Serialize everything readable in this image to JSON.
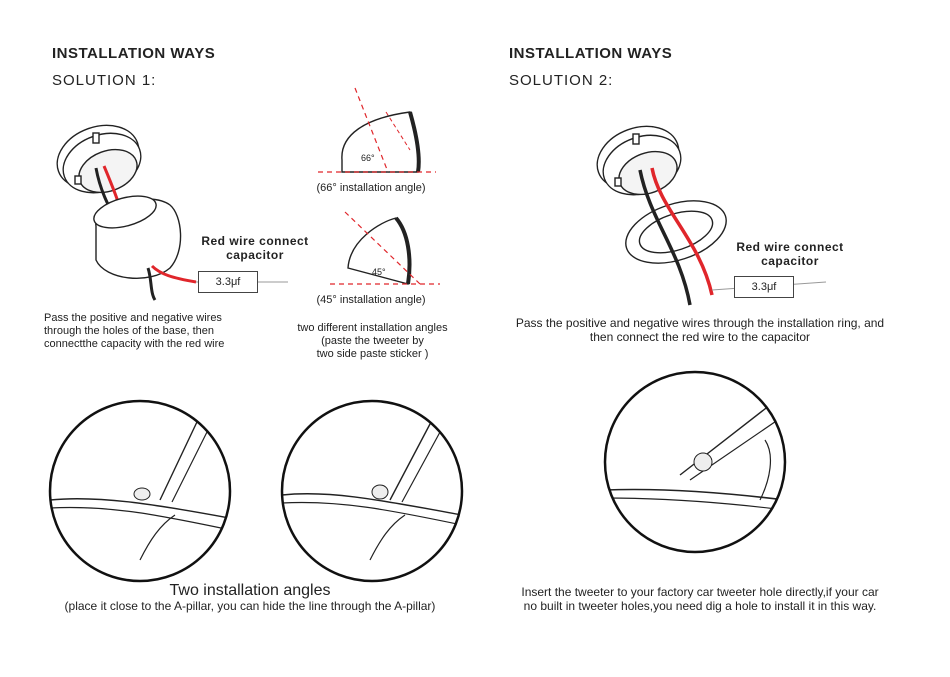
{
  "left": {
    "heading": "INSTALLATION WAYS",
    "subheading": "SOLUTION 1:",
    "capacitor_title": "Red wire connect capacitor",
    "capacitor_value": "3.3μf",
    "instruction": [
      "Pass the positive and negative wires",
      "through the holes of the base, then",
      "connectthe capacity with the red wire"
    ],
    "angle1_label": "66°",
    "angle1_caption": "(66° installation angle)",
    "angle2_label": "45°",
    "angle2_caption": "(45° installation angle)",
    "angles_note": [
      "two different installation angles",
      "(paste the tweeter by",
      "two side  paste sticker )"
    ],
    "bottom_title": "Two installation angles",
    "bottom_note": "(place it close to the A-pillar, you can hide the line through the A-pillar)"
  },
  "right": {
    "heading": "INSTALLATION WAYS",
    "subheading": "SOLUTION 2:",
    "capacitor_title": "Red wire connect capacitor",
    "capacitor_value": "3.3μf",
    "instruction": [
      "Pass the positive and negative wires through the installation ring, and",
      "then connect the red wire to the capacitor"
    ],
    "bottom_note": [
      "Insert the tweeter to your factory car tweeter hole directly,if your car",
      "no built in tweeter holes,you need dig a hole to install it in this way."
    ]
  },
  "colors": {
    "wire_red": "#e0262b",
    "line": "#222222",
    "dashed": "#e0262b"
  }
}
